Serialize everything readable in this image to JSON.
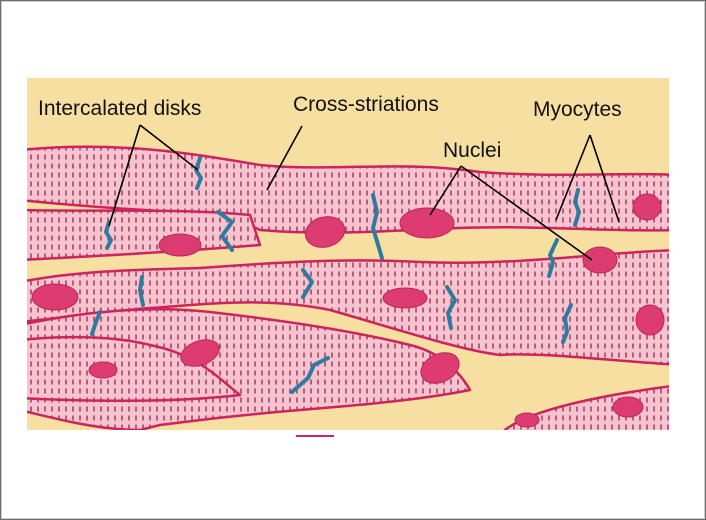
{
  "labels": {
    "intercalated_disks": "Intercalated disks",
    "cross_striations": "Cross-striations",
    "myocytes": "Myocytes",
    "nuclei": "Nuclei"
  },
  "colors": {
    "background": "#f7dfa2",
    "cell_fill": "#f6c3cf",
    "cell_outline": "#cc245d",
    "striation": "#8c1a3f",
    "nucleus": "#dc3c72",
    "disk": "#2c7ca0",
    "leader_line": "#000000"
  }
}
